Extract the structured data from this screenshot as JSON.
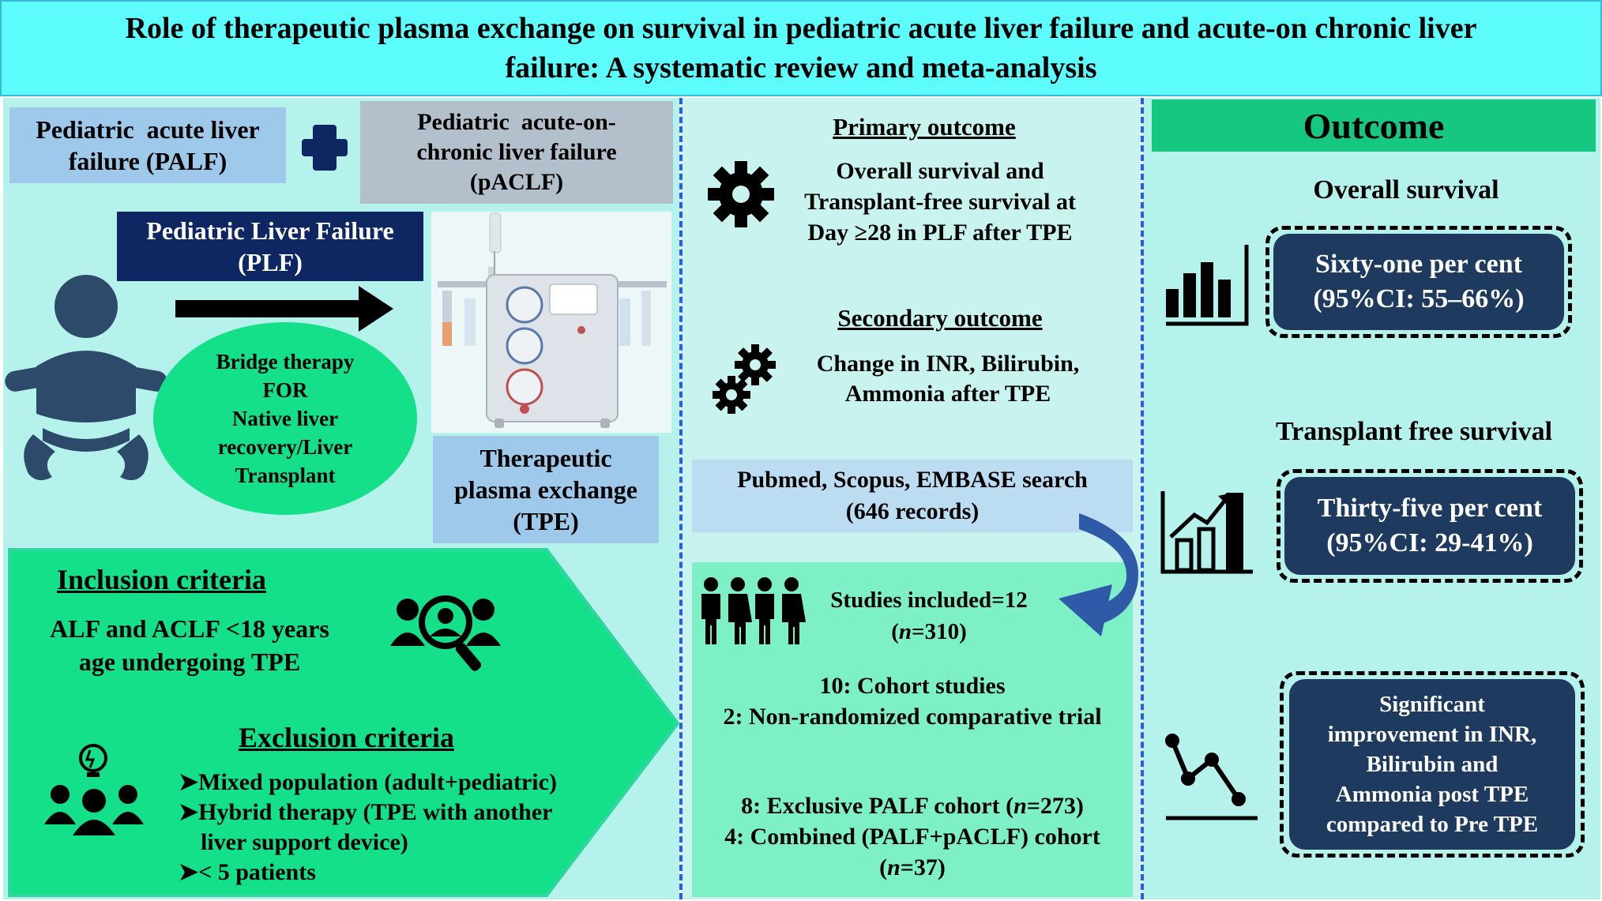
{
  "title": {
    "line1": "Role of therapeutic plasma exchange on survival in pediatric acute liver failure and acute-on chronic liver",
    "line2": "failure: A systematic review and meta-analysis"
  },
  "left": {
    "palf_line1": "Pediatric  acute liver",
    "palf_line2": "failure (PALF)",
    "paclf_line1": "Pediatric  acute-on-",
    "paclf_line2": "chronic liver failure",
    "paclf_line3": "(pACLF)",
    "plf_line1": "Pediatric Liver Failure",
    "plf_line2": "(PLF)",
    "bridge": [
      "Bridge therapy",
      "FOR",
      "Native liver",
      "recovery/Liver",
      "Transplant"
    ],
    "tpe_line1": "Therapeutic",
    "tpe_line2": "plasma exchange",
    "tpe_line3": "(TPE)",
    "inclusion_title": "Inclusion criteria",
    "inclusion_line1": "ALF and ACLF <18 years",
    "inclusion_line2": "age undergoing TPE",
    "exclusion_title": "Exclusion criteria",
    "exclusion_items": [
      "Mixed population (adult+pediatric)",
      "Hybrid therapy (TPE with another",
      "liver support device)",
      "< 5 patients"
    ]
  },
  "middle": {
    "primary_title": "Primary outcome",
    "primary_lines": [
      "Overall survival and",
      "Transplant-free survival at",
      "Day ≥28 in PLF after TPE"
    ],
    "secondary_title": "Secondary outcome",
    "secondary_lines": [
      "Change in INR, Bilirubin,",
      "Ammonia after TPE"
    ],
    "search_line1": "Pubmed, Scopus, EMBASE search",
    "search_line2": "(646 records)",
    "studies_line1": "Studies included=12",
    "studies_n_var": "n",
    "studies_n_val": "=310",
    "cohort_line1": "10: Cohort studies",
    "cohort_line2": "2: Non-randomized comparative trial",
    "palf_cohort_prefix": "8: Exclusive PALF cohort (",
    "palf_cohort_var": "n",
    "palf_cohort_suffix": "=273)",
    "combined_line": "4: Combined (PALF+pACLF) cohort",
    "combined_var": "n",
    "combined_suffix": "=37)"
  },
  "right": {
    "outcome_title": "Outcome",
    "overall_label": "Overall survival",
    "overall_line1": "Sixty-one per cent",
    "overall_line2": "(95%CI: 55–66%)",
    "tfs_label": "Transplant free survival",
    "tfs_line1": "Thirty-five per cent",
    "tfs_line2": "(95%CI: 29-41%)",
    "improve_lines": [
      "Significant",
      "improvement in INR,",
      "Bilirubin and",
      "Ammonia post TPE",
      "compared to Pre TPE"
    ]
  },
  "colors": {
    "title_bg": "#5dfcfc",
    "panel_bg": "#b6f2ec",
    "green": "#14e08a",
    "navy": "#0e2661",
    "box_navy": "#1e3a5f",
    "outcome_green": "#16c782"
  },
  "icons": [
    "plus-icon",
    "baby-icon",
    "arrow-right-icon",
    "tpe-machine-icon",
    "search-person-icon",
    "team-idea-icon",
    "gear-icon",
    "gears-icon",
    "curved-arrow-icon",
    "family-icon",
    "bar-chart-icon",
    "growth-chart-icon",
    "line-chart-icon"
  ]
}
